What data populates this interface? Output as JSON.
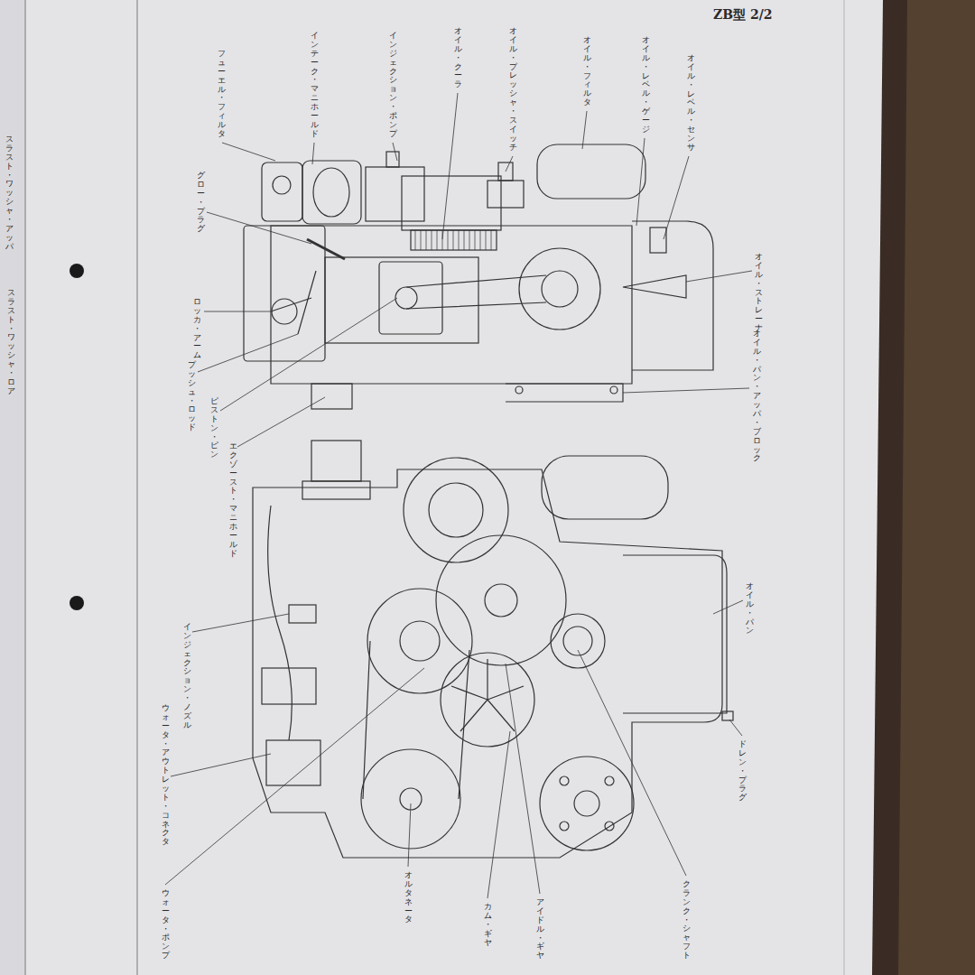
{
  "diagram": {
    "labels": [
      "ZB型 2/2",
      "スラスト・ワッシャ・アッパ",
      "スラスト・ワッシャ・ロア",
      "フューエル・フィルタ",
      "インテーク・マニホールド",
      "インジェクション・ポンプ",
      "オイル・クーラ",
      "オイル・プレッシャ・スイッチ",
      "オイル・フィルタ",
      "オイル・レベル・ゲージ",
      "オイル・レベル・センサ",
      "グロー・プラグ",
      "ロッカ・アーム",
      "オイル・ストレーナ",
      "プッシュ・ロッド",
      "ピストン・ピン",
      "オイル・パン・アッパ・ブロック",
      "エクゾースト・マニホールド",
      "オイル・パン",
      "インジェクション・ノズル",
      "ウォータ・アウトレット・コネクタ",
      "ドレン・プラグ",
      "ウォータ・ポンプ",
      "オルタネータ",
      "カム・ギヤ",
      "アイドル・ギヤ",
      "クランク・シャフト"
    ]
  }
}
